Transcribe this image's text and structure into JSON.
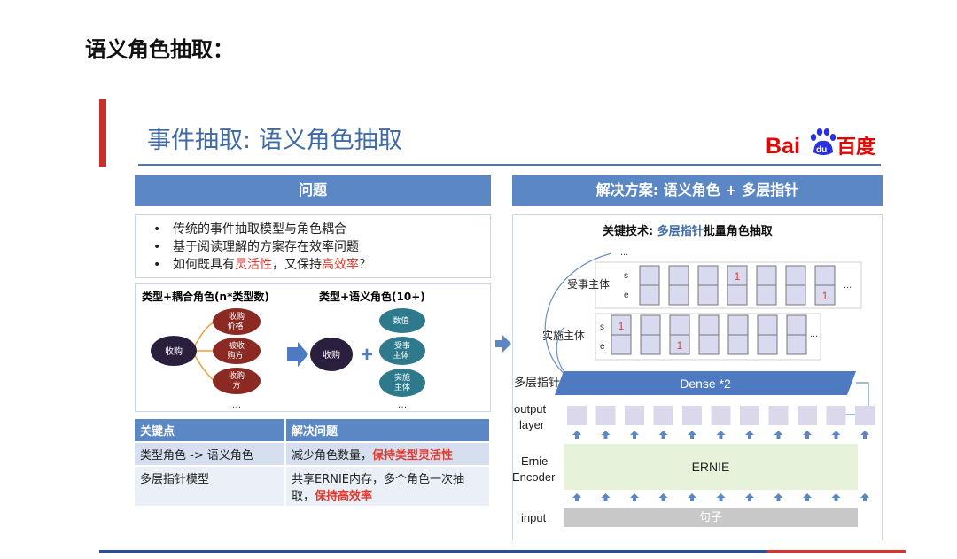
{
  "page": {
    "heading": "语义角色抽取："
  },
  "slide": {
    "title": "事件抽取: 语义角色抽取",
    "logo": {
      "text_bai": "Bai",
      "text_du": "du",
      "text_cn": "百度",
      "paw_color": "#2932e1",
      "text_color": "#e10602"
    }
  },
  "problem": {
    "header": "问题",
    "bullets": [
      {
        "pre": "传统的事件抽取模型与角色耦合",
        "hl1": "",
        "mid": "",
        "hl2": "",
        "post": ""
      },
      {
        "pre": "基于阅读理解的方案存在效率问题",
        "hl1": "",
        "mid": "",
        "hl2": "",
        "post": ""
      },
      {
        "pre": "如何既具有",
        "hl1": "灵活性",
        "mid": "，又保持",
        "hl2": "高效率",
        "post": "？"
      }
    ]
  },
  "diagram": {
    "left_label": "类型+耦合角色(n*类型数)",
    "right_label": "类型+语义角色(10+)",
    "left_root": "收购",
    "left_children": [
      "收购\n价格",
      "被收\n购方",
      "收购\n方"
    ],
    "right_root": "收购",
    "right_children": [
      "数值",
      "受事\n主体",
      "实施\n主体"
    ],
    "ellipsis": "…",
    "plus": "+"
  },
  "table": {
    "headers": [
      "关键点",
      "解决问题"
    ],
    "rows": [
      {
        "key": "类型角色 -> 语义角色",
        "pre": "减少角色数量，",
        "hl": "保持类型灵活性",
        "post": ""
      },
      {
        "key": "多层指针模型",
        "pre": "共享ERNIE内存，多个角色一次抽取，",
        "hl": "保持高效率",
        "post": ""
      }
    ]
  },
  "solution": {
    "header": "解决方案: 语义角色 + 多层指针",
    "tech_prefix": "关键技术: ",
    "tech_blue": "多层指针",
    "tech_suffix": "批量角色抽取",
    "patient_label": "受事主体",
    "agent_label": "实施主体",
    "pointer_label": "多层指针",
    "dense_label": "Dense *2",
    "output_label_1": "output",
    "output_label_2": "layer",
    "ernie_label_1": "Ernie",
    "ernie_label_2": "Encoder",
    "ernie_block": "ERNIE",
    "input_label": "input",
    "input_block": "句子",
    "s_tag": "s",
    "e_tag": "e",
    "mark_one": "1",
    "dots": "...",
    "colors": {
      "header": "#5b87c5",
      "dense": "#4d7ac0",
      "ernie": "#e6f2da",
      "input": "#c8c8c8",
      "cell": "#d9d9ef",
      "output_cell": "#dcd8ec",
      "arrow": "#5b87c5",
      "mark": "#e23a2e"
    }
  }
}
